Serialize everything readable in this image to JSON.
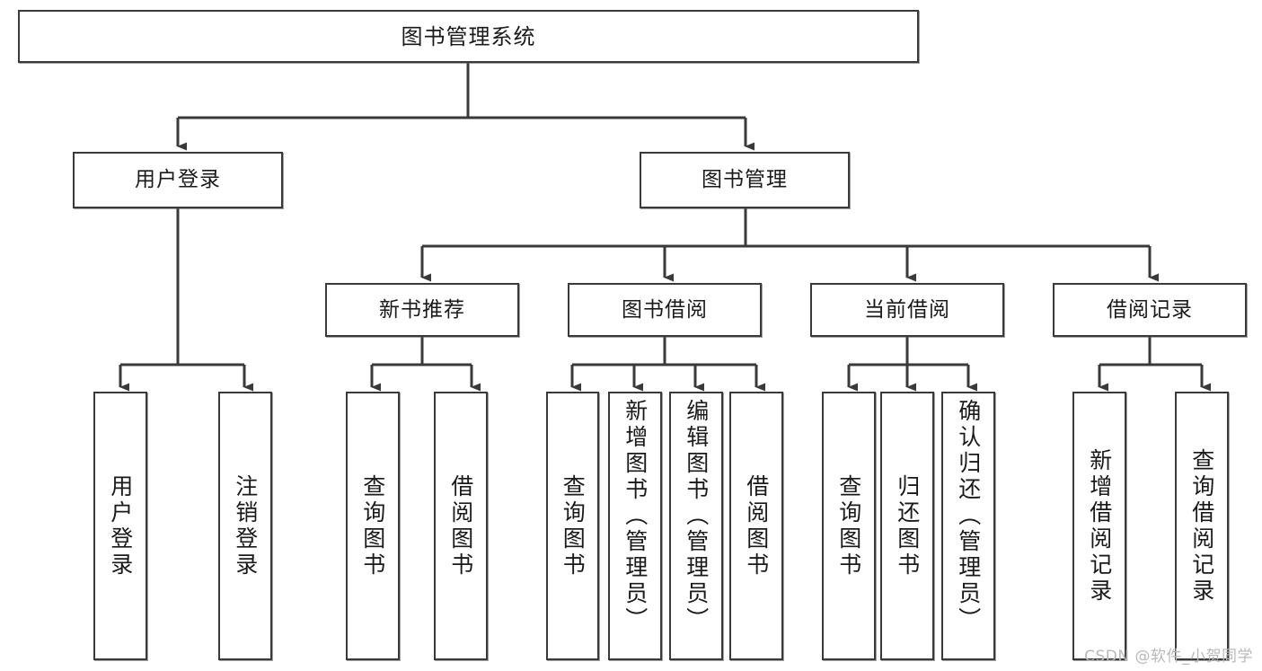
{
  "diagram": {
    "title": "图书管理系统",
    "type": "tree-hierarchy-chart",
    "root": {
      "id": "root",
      "label": "图书管理系统"
    },
    "level2": [
      {
        "id": "user-login",
        "label": "用户登录"
      },
      {
        "id": "book-manage",
        "label": "图书管理"
      }
    ],
    "level3": [
      {
        "id": "new-book-rec",
        "label": "新书推荐"
      },
      {
        "id": "book-borrow",
        "label": "图书借阅"
      },
      {
        "id": "current-borrow",
        "label": "当前借阅"
      },
      {
        "id": "borrow-record",
        "label": "借阅记录"
      }
    ],
    "leaves": {
      "user_login": [
        {
          "id": "leaf-user-login",
          "label": "用户登录"
        },
        {
          "id": "leaf-logout-login",
          "label": "注销登录"
        }
      ],
      "new_book_rec": [
        {
          "id": "leaf-query-book-1",
          "label": "查询图书"
        },
        {
          "id": "leaf-borrow-book-1",
          "label": "借阅图书"
        }
      ],
      "book_borrow": [
        {
          "id": "leaf-query-book-2",
          "label": "查询图书"
        },
        {
          "id": "leaf-add-book",
          "label": "新增图书（管理员）"
        },
        {
          "id": "leaf-edit-book",
          "label": "编辑图书（管理员）"
        },
        {
          "id": "leaf-borrow-book-2",
          "label": "借阅图书"
        }
      ],
      "current_borrow": [
        {
          "id": "leaf-query-book-3",
          "label": "查询图书"
        },
        {
          "id": "leaf-return-book",
          "label": "归还图书"
        },
        {
          "id": "leaf-confirm-return",
          "label": "确认归还（管理员）"
        }
      ],
      "borrow_record": [
        {
          "id": "leaf-add-record",
          "label": "新增借阅记录"
        },
        {
          "id": "leaf-query-record",
          "label": "查询借阅记录"
        }
      ]
    },
    "colors": {
      "stroke": "#3a3a3a",
      "fill": "#ffffff",
      "text": "#1a1a1a",
      "watermark": "#b9b9b9"
    }
  },
  "watermark": {
    "text": "CSDN @软件_小贺同学"
  }
}
